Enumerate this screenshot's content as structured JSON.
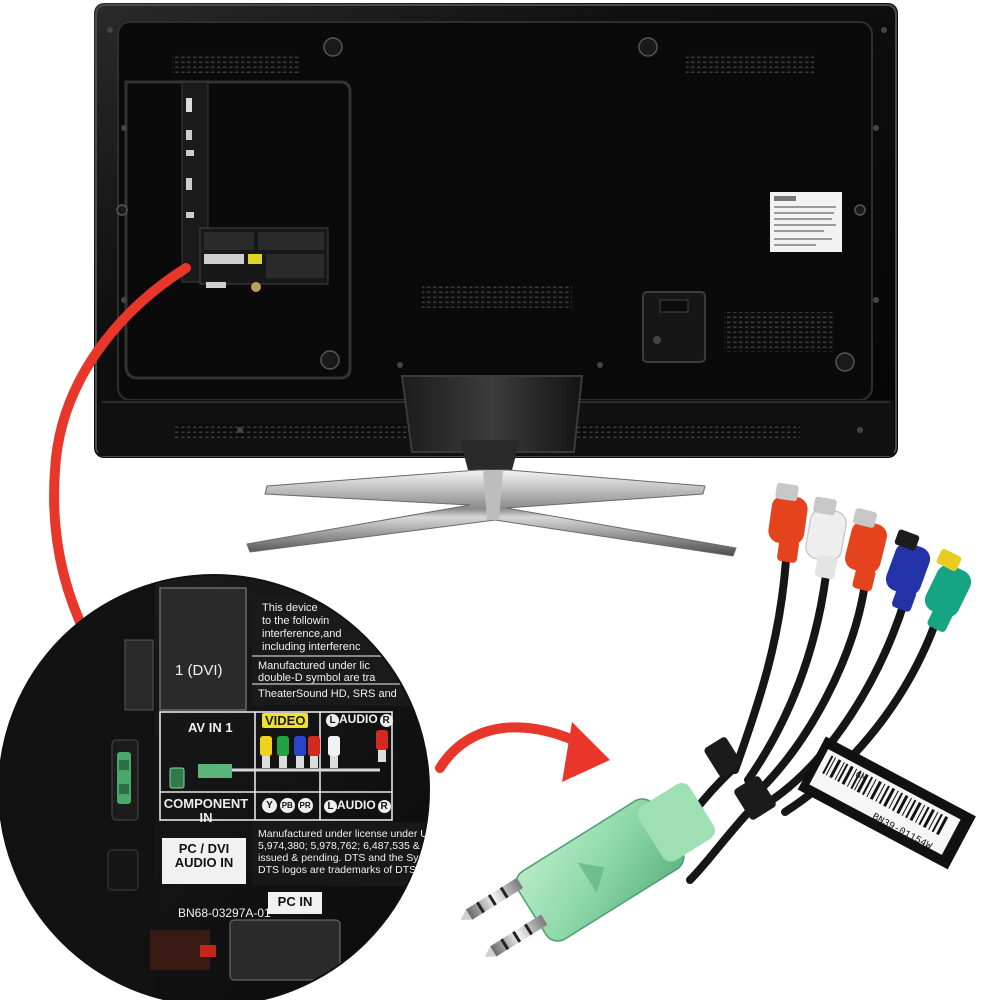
{
  "zoom_panel": {
    "port_dvi": "1 (DVI)",
    "notice_lines": [
      "This device",
      "to the followin",
      "interference,and",
      "including interferenc"
    ],
    "manufactured_1": [
      "Manufactured under lic",
      "double-D symbol are tra"
    ],
    "theatersound": "TheaterSound HD, SRS and",
    "av_in": "AV IN 1",
    "video": "VIDEO",
    "audio_l": "AUDIO",
    "audio_l_badge": "L",
    "audio_r_badge": "R",
    "component": "COMPONENT IN",
    "y_badge": "Y",
    "pb_badge": "PB",
    "pr_badge": "PR",
    "audio_bottom": "AUDIO",
    "audio_bottom_l": "L",
    "audio_bottom_r": "R",
    "manufactured_2": [
      "Manufactured under license under U",
      "5,974,380; 5,978,762; 6,487,535 &",
      "issued & pending. DTS and the Sy",
      "DTS logos are trademarks of DTS"
    ],
    "pc_dvi_audio": "PC / DVI AUDIO IN",
    "part_number": "BN68-03297A-01",
    "pc_in": "PC IN"
  },
  "cable_label": {
    "barcode_text": "BN39-01154W",
    "barcode_small": "1344",
    "barcode_code": "GM"
  },
  "colors": {
    "red_arrow": "#e8362b",
    "tv_body": "#0e0e0e",
    "cable_green": "#8ed8a8",
    "rca_red": "#e5431d",
    "rca_white": "#eeeeee",
    "rca_blue": "#2432a8",
    "rca_green": "#15a583",
    "rca_yellow": "#e9cc20"
  }
}
